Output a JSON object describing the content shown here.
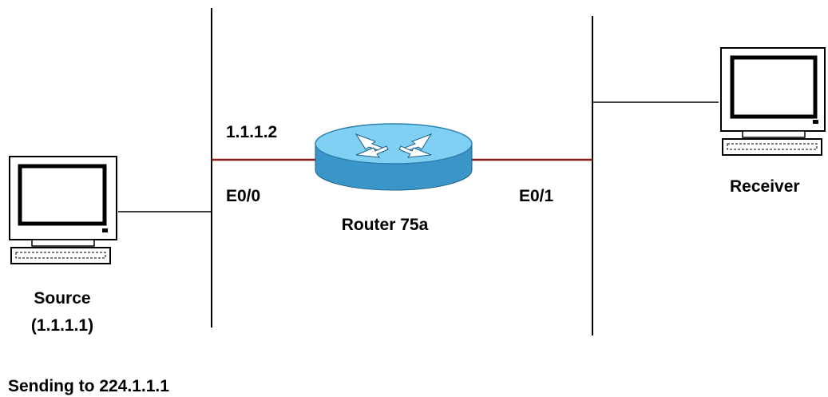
{
  "labels": {
    "ip_router_e0_0": "1.1.1.2",
    "iface_e0_0": "E0/0",
    "iface_e0_1": "E0/1",
    "router_name": "Router 75a",
    "receiver": "Receiver",
    "source": "Source",
    "source_ip": "(1.1.1.1)",
    "sending_to": "Sending to 224.1.1.1"
  },
  "nodes": [
    {
      "id": "source",
      "type": "computer",
      "icon": "computer-icon"
    },
    {
      "id": "router",
      "type": "router",
      "icon": "router-icon"
    },
    {
      "id": "receiver",
      "type": "computer",
      "icon": "computer-icon"
    }
  ],
  "links": [
    {
      "from": "source",
      "to": "left-segment"
    },
    {
      "from": "left-segment",
      "to": "router",
      "interface": "E0/0"
    },
    {
      "from": "router",
      "to": "right-segment",
      "interface": "E0/1"
    },
    {
      "from": "right-segment",
      "to": "receiver"
    }
  ],
  "colors": {
    "link_red": "#8b1a1a",
    "router_blue": "#3a95c8",
    "router_top": "#7fd0f2",
    "background": "#ffffff"
  }
}
